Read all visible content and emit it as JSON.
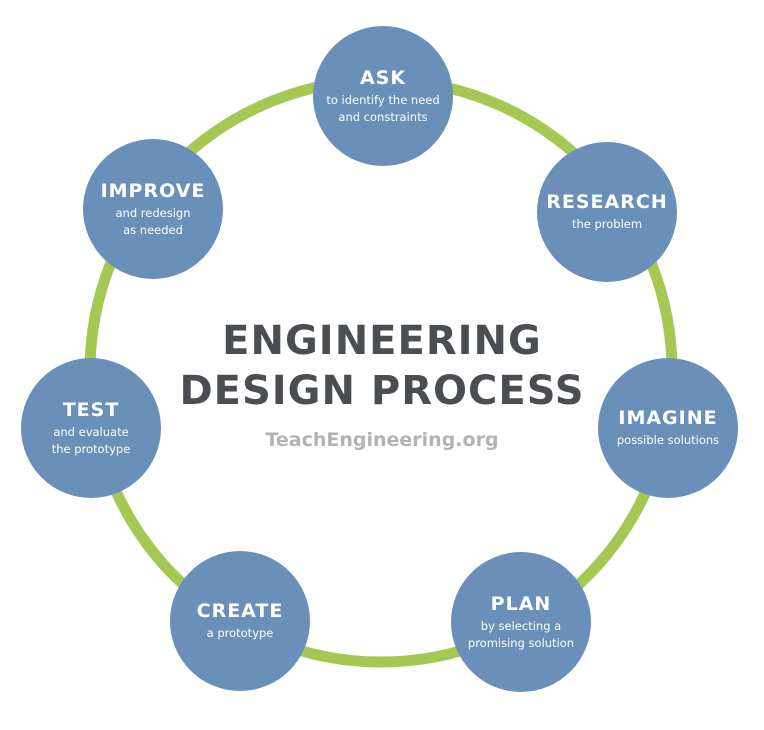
{
  "colors": {
    "ring": "#a5c853",
    "node": "#6a8fb8",
    "title": "#4a4d52",
    "site": "#b3b3b3"
  },
  "title": {
    "line1": "ENGINEERING",
    "line2": "DESIGN PROCESS",
    "site": "TeachEngineering.org"
  },
  "steps": [
    {
      "title": "ASK",
      "desc": "to identify the need and constraints"
    },
    {
      "title": "RESEARCH",
      "desc": "the problem"
    },
    {
      "title": "IMAGINE",
      "desc": "possible solutions"
    },
    {
      "title": "PLAN",
      "desc": "by selecting a promising solution"
    },
    {
      "title": "CREATE",
      "desc": "a prototype"
    },
    {
      "title": "TEST",
      "desc": "and evaluate the prototype"
    },
    {
      "title": "IMPROVE",
      "desc": "and redesign as needed"
    }
  ]
}
